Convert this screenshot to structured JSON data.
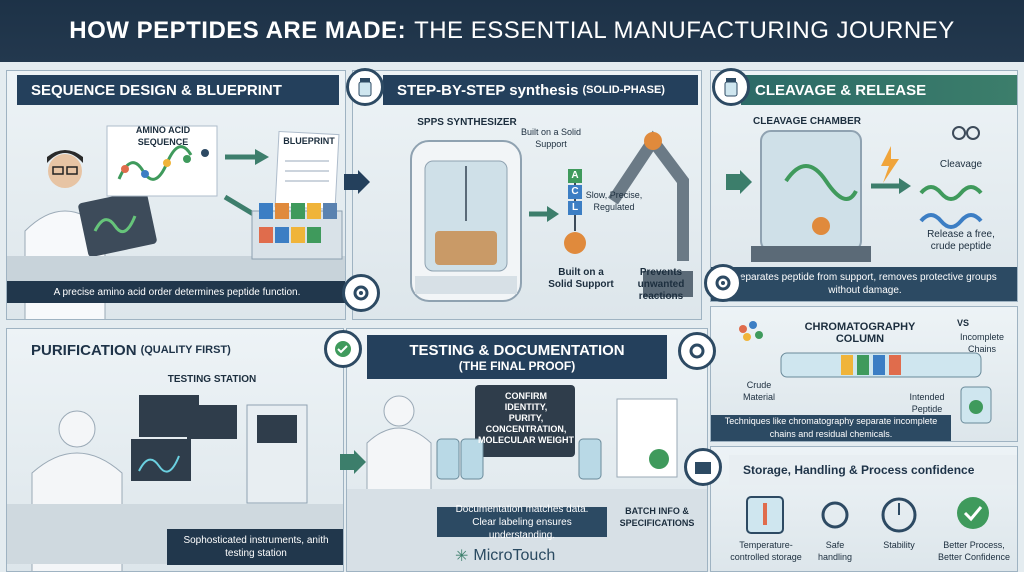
{
  "header": {
    "title_bold": "HOW PEPTIDES ARE MADE:",
    "title_rest": "THE ESSENTIAL MANUFACTURING JOURNEY"
  },
  "sequence": {
    "title": "SEQUENCE DESIGN & BLUEPRINT",
    "aa_label": "AMINO ACID SEQUENCE",
    "blueprint_label": "BLUEPRINT",
    "caption": "A precise amino acid order determines peptide function."
  },
  "synthesis": {
    "title": "STEP-BY-STEP synthesis",
    "title_small": "(SOLID-PHASE)",
    "machine_label": "SPPS SYNTHESIZER",
    "built_top": "Built on a Solid Support",
    "slow": "Slow, Precise, Regulated",
    "built_bottom": "Built on a Solid Support",
    "prevents": "Prevents unwanted reactions",
    "letters": [
      "A",
      "C",
      "L"
    ]
  },
  "cleavage": {
    "title": "CLEAVAGE & RELEASE",
    "chamber_label": "CLEAVAGE CHAMBER",
    "cleavage": "Cleavage",
    "release": "Release a free, crude peptide",
    "caption": "Separates peptide from support, removes protective groups without damage."
  },
  "purification": {
    "title": "PURIFICATION",
    "title_small": "(QUALITY FIRST)",
    "station_label": "TESTING STATION",
    "caption": "Sophosticated instruments, anith testing station"
  },
  "testing": {
    "title": "TESTING & DOCUMENTATION",
    "subtitle": "(THE FINAL PROOF)",
    "screen_lines": [
      "CONFIRM",
      "IDENTITY,",
      "PURITY,",
      "CONCENTRATION,",
      "MOLECULAR WEIGHT"
    ],
    "batch": "BATCH INFO & SPECIFICATIONS",
    "caption_1": "Documentation matches data.",
    "caption_2": "Clear labeling ensures understanding."
  },
  "chromatography": {
    "title": "CHROMATOGRAPHY COLUMN",
    "vs": "VS",
    "incomplete": "Incomplete Chains",
    "crude": "Crude Material",
    "intended": "Intended Peptide",
    "caption": "Techniques like chromatography separate incomplete chains and residual chemicals."
  },
  "storage": {
    "title": "Storage, Handling & Process confidence",
    "items": [
      "Temperature-controlled storage",
      "Safe handling",
      "Stability",
      "Better Process, Better Confidence"
    ]
  },
  "brand": {
    "name": "MicroTouch"
  },
  "colors": {
    "navy": "#24405c",
    "teal": "#3c7e6b",
    "accent_orange": "#e08a3c"
  }
}
